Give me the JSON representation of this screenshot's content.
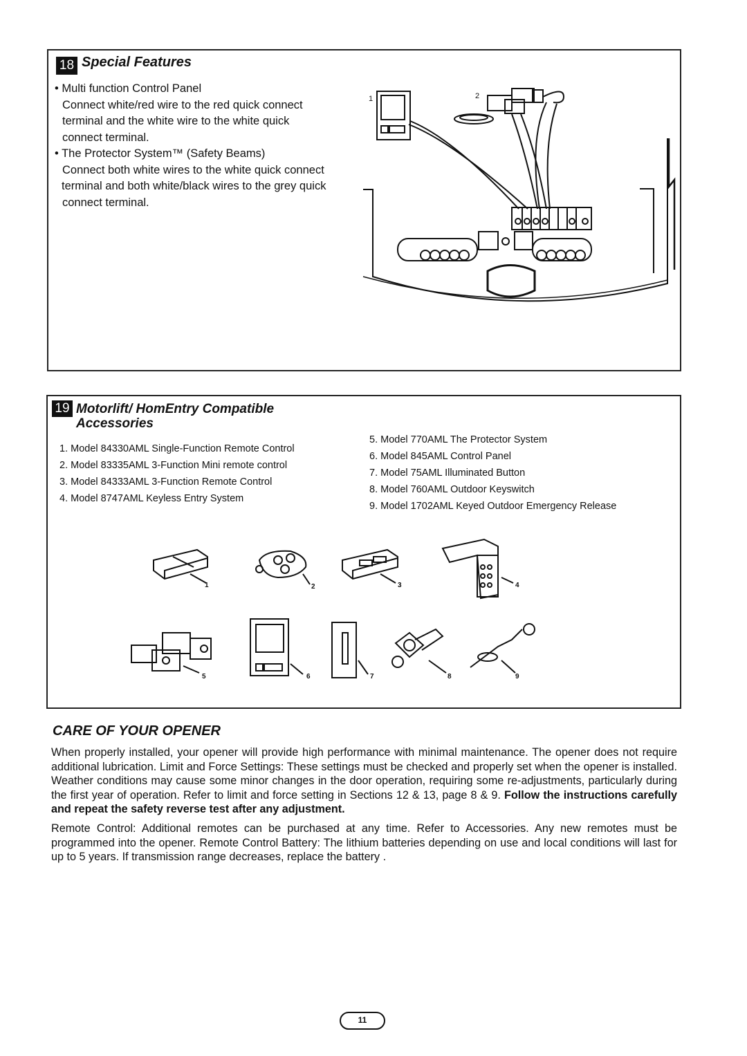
{
  "section18": {
    "number": "18",
    "title": "Special Features",
    "lines": [
      "• Multi function Control Panel",
      "Connect white/red wire to the red quick connect",
      "terminal and the white wire to the white quick",
      "connect terminal.",
      "• The Protector System™ (Safety Beams)",
      "Connect both white wires to the white quick connect",
      "terminal and both white/black wires to the grey quick",
      "connect terminal."
    ],
    "figure_labels": [
      "1",
      "2"
    ]
  },
  "section19": {
    "number": "19",
    "title_line1": "Motorlift/ HomEntry Compatible",
    "title_line2": "Accessories",
    "left_list": [
      "1. Model 84330AML Single-Function Remote Control",
      "2. Model 83335AML 3-Function Mini remote control",
      "3. Model 84333AML 3-Function Remote Control",
      "4. Model 8747AML Keyless Entry System"
    ],
    "right_list": [
      "5. Model 770AML The Protector System",
      "6. Model 845AML Control Panel",
      "7. Model 75AML Illuminated Button",
      "8. Model 760AML Outdoor Keyswitch",
      "9. Model 1702AML Keyed Outdoor Emergency Release"
    ],
    "item_numbers": [
      "1",
      "2",
      "3",
      "4",
      "5",
      "6",
      "7",
      "8",
      "9"
    ]
  },
  "care": {
    "title": "CARE OF YOUR OPENER",
    "para1_text": "When properly installed, your opener will provide high performance with minimal maintenance. The opener does not require additional lubrication. Limit and Force Settings: These settings must be checked and properly set when the opener is installed. Weather conditions may cause some minor changes in the door operation, requiring some re-adjustments, particularly during the first year of operation. Refer to limit and force setting in Sections  12 & 13, page 8 & 9. ",
    "para1_bold": "Follow the instructions carefully and repeat the safety reverse test after any adjustment.",
    "para2": "Remote Control: Additional remotes can be purchased at any time. Refer to Accessories. Any new remotes must be programmed into the opener. Remote Control Battery: The lithium batteries depending on use and local conditions will last for up to 5 years. If transmission range decreases, replace the battery ."
  },
  "page_number": "11"
}
